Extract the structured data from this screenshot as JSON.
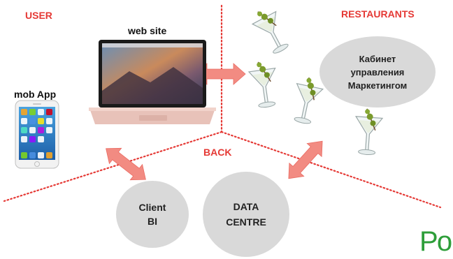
{
  "labels": {
    "user": "USER",
    "restaurants": "RESTAURANTS",
    "back": "BACK",
    "web_site": "web site",
    "mob_app": "mob App"
  },
  "nodes": {
    "marketing_cabinet": "Кабинет\nуправления\nМаркетингом",
    "client_bi": "Client\nBI",
    "data_centre": "DATA\nCENTRE"
  },
  "corner_text": "Ро",
  "colors": {
    "label_red": "#e53935",
    "divider_red": "#e53935",
    "arrow_pink": "#f28b82",
    "ellipse_gray": "#d9d9d9",
    "corner_green": "#2e9e3a"
  },
  "icons": [
    "laptop-icon",
    "smartphone-icon",
    "martini-glass-icon"
  ]
}
